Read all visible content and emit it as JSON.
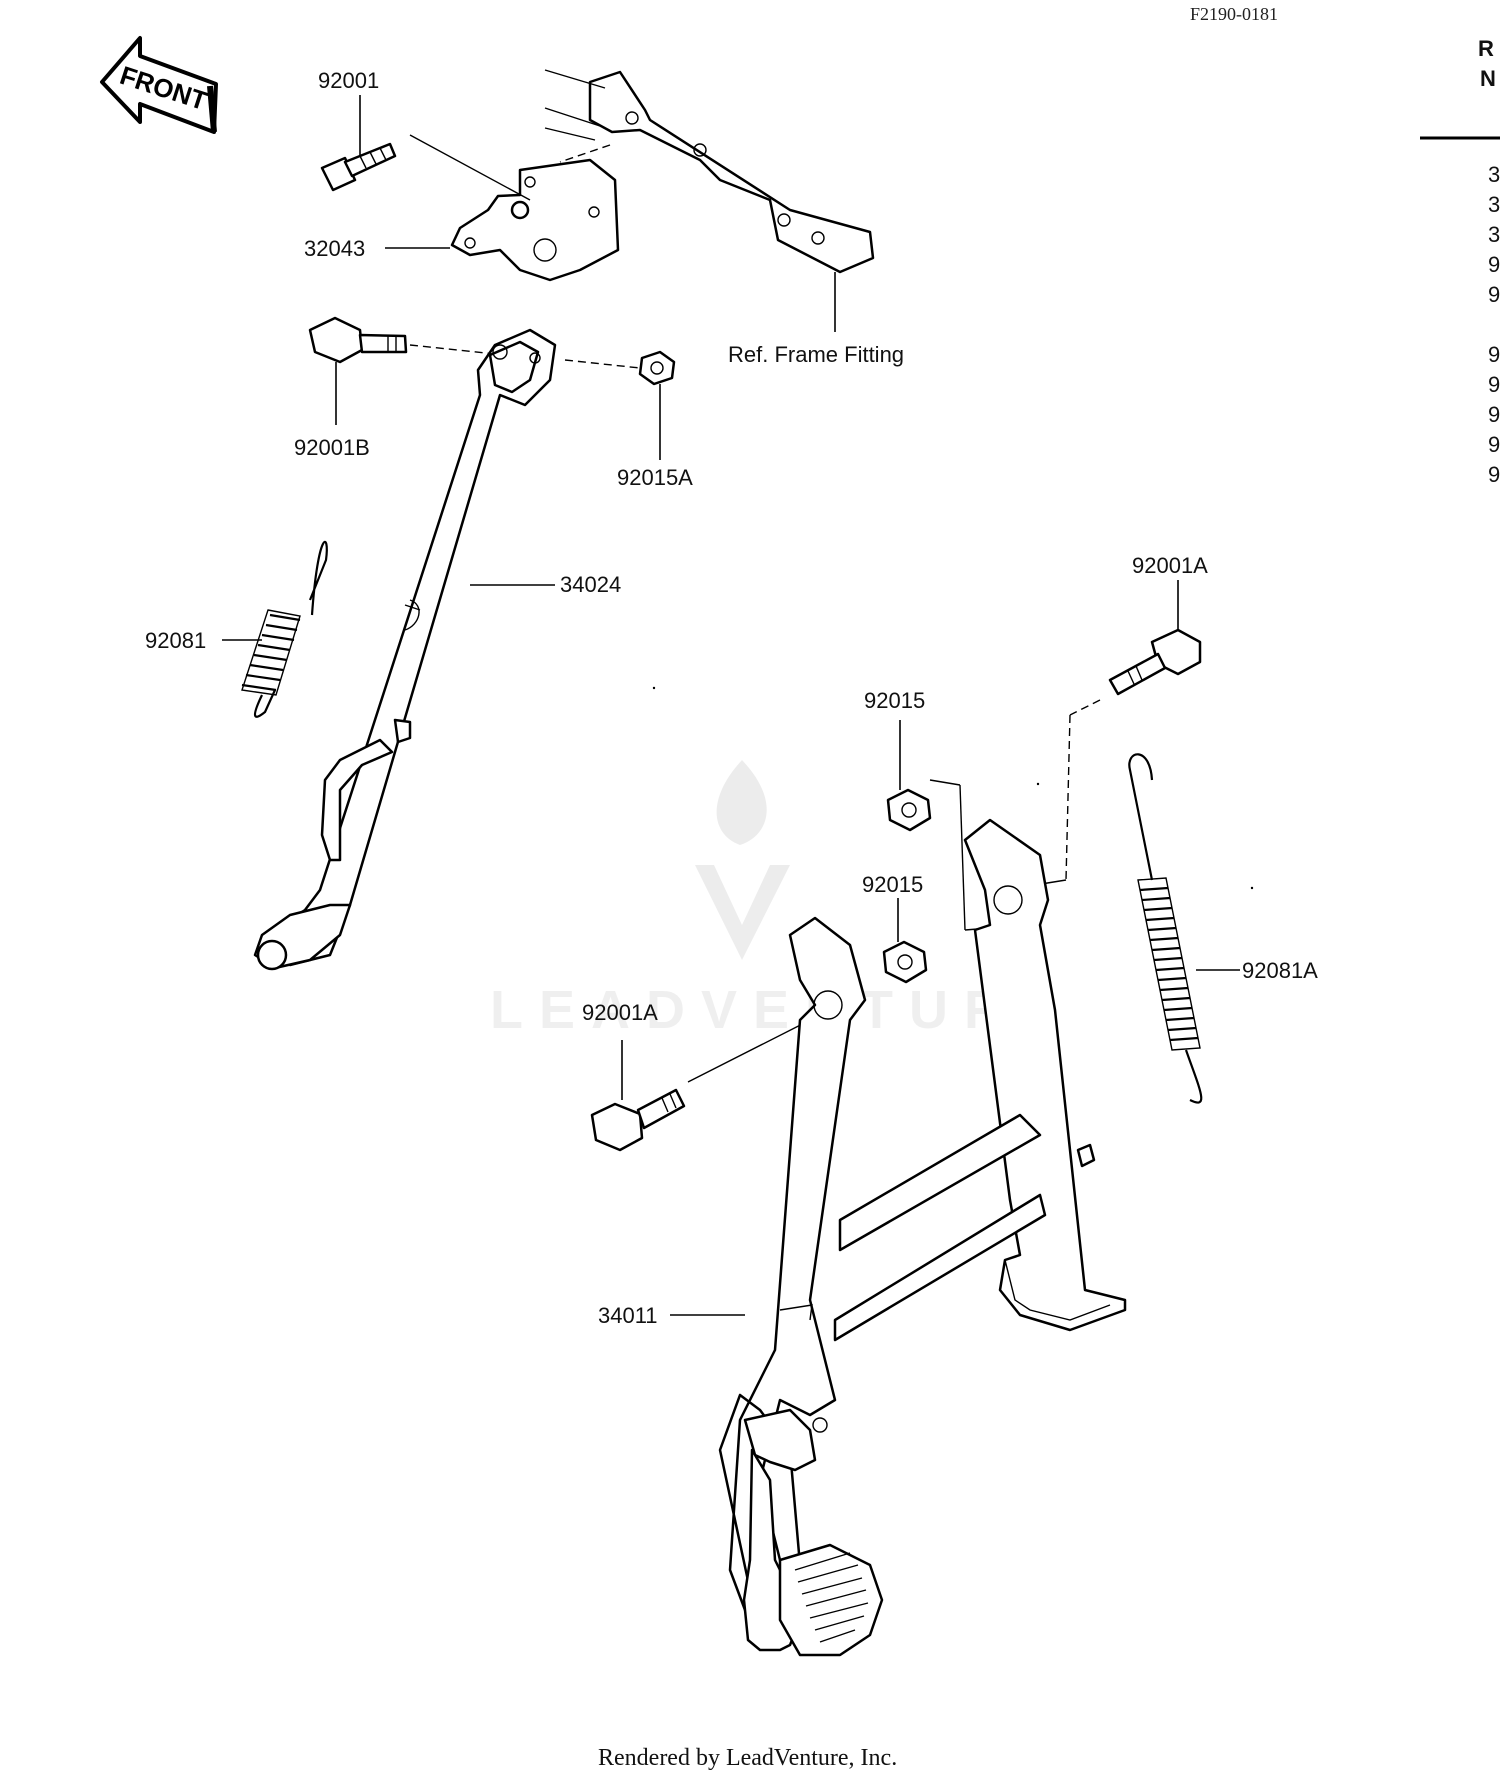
{
  "diagram_code": "F2190-0181",
  "front_label": "FRONT",
  "footer": "Rendered by LeadVenture, Inc.",
  "watermark": "LEADVENTURE",
  "ref_frame": "Ref. Frame Fitting",
  "labels": {
    "p92001": "92001",
    "p32043": "32043",
    "p92001B": "92001B",
    "p92015A": "92015A",
    "p34024": "34024",
    "p92081": "92081",
    "p92001A_top": "92001A",
    "p92015_top": "92015",
    "p92015_mid": "92015",
    "p92081A": "92081A",
    "p92001A_left": "92001A",
    "p34011": "34011"
  },
  "right_column": {
    "header_line1": "R",
    "header_line2": "N",
    "items": [
      "3",
      "3",
      "3",
      "9",
      "9",
      "9",
      "9",
      "9",
      "9",
      "9"
    ]
  }
}
